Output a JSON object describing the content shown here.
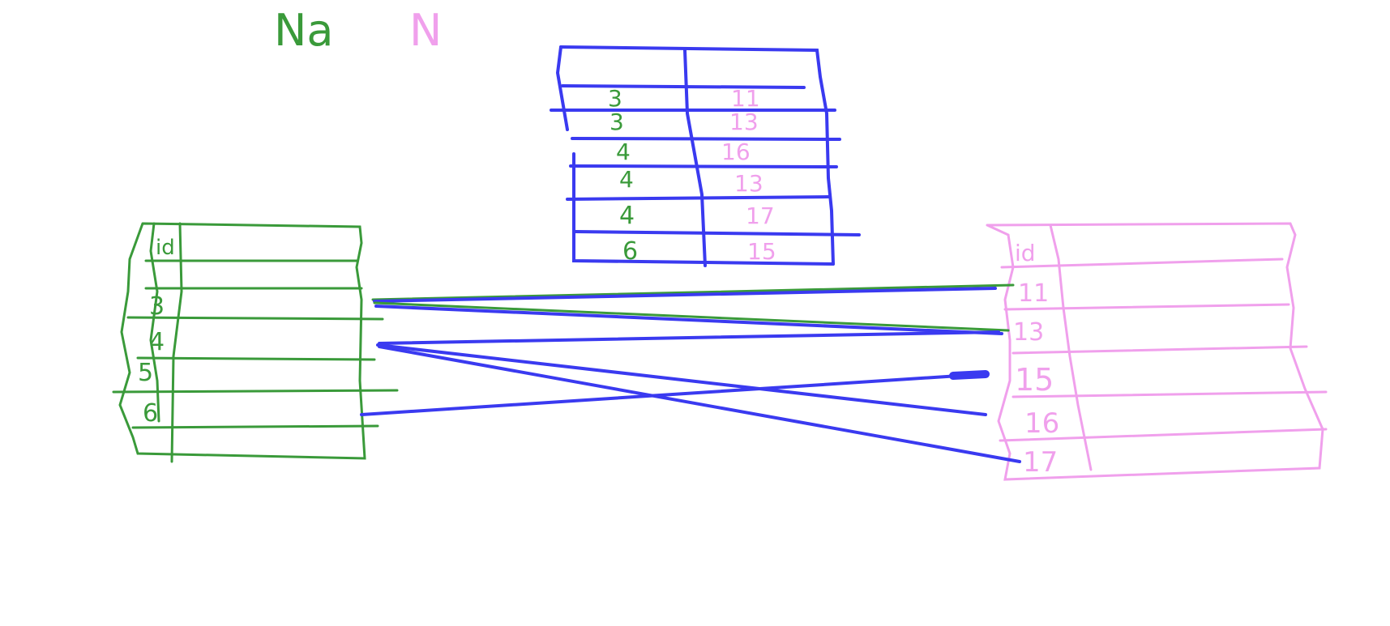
{
  "title": {
    "part1": "Na",
    "part2": "N",
    "color1": "#3a9a3a",
    "color2": "#f0a0ec"
  },
  "colors": {
    "green": "#3a9a3a",
    "pink": "#f0a0ec",
    "blue": "#3a3af0"
  },
  "left_table": {
    "header": "id",
    "ids": [
      "3",
      "4",
      "5",
      "6"
    ]
  },
  "right_table": {
    "header": "id",
    "ids": [
      "11",
      "13",
      "15",
      "16",
      "17"
    ]
  },
  "join_table": {
    "rows": [
      {
        "left": "3",
        "right": "11"
      },
      {
        "left": "3",
        "right": "13"
      },
      {
        "left": "4",
        "right": "16"
      },
      {
        "left": "4",
        "right": "13"
      },
      {
        "left": "4",
        "right": "17"
      },
      {
        "left": "6",
        "right": "15"
      }
    ]
  }
}
